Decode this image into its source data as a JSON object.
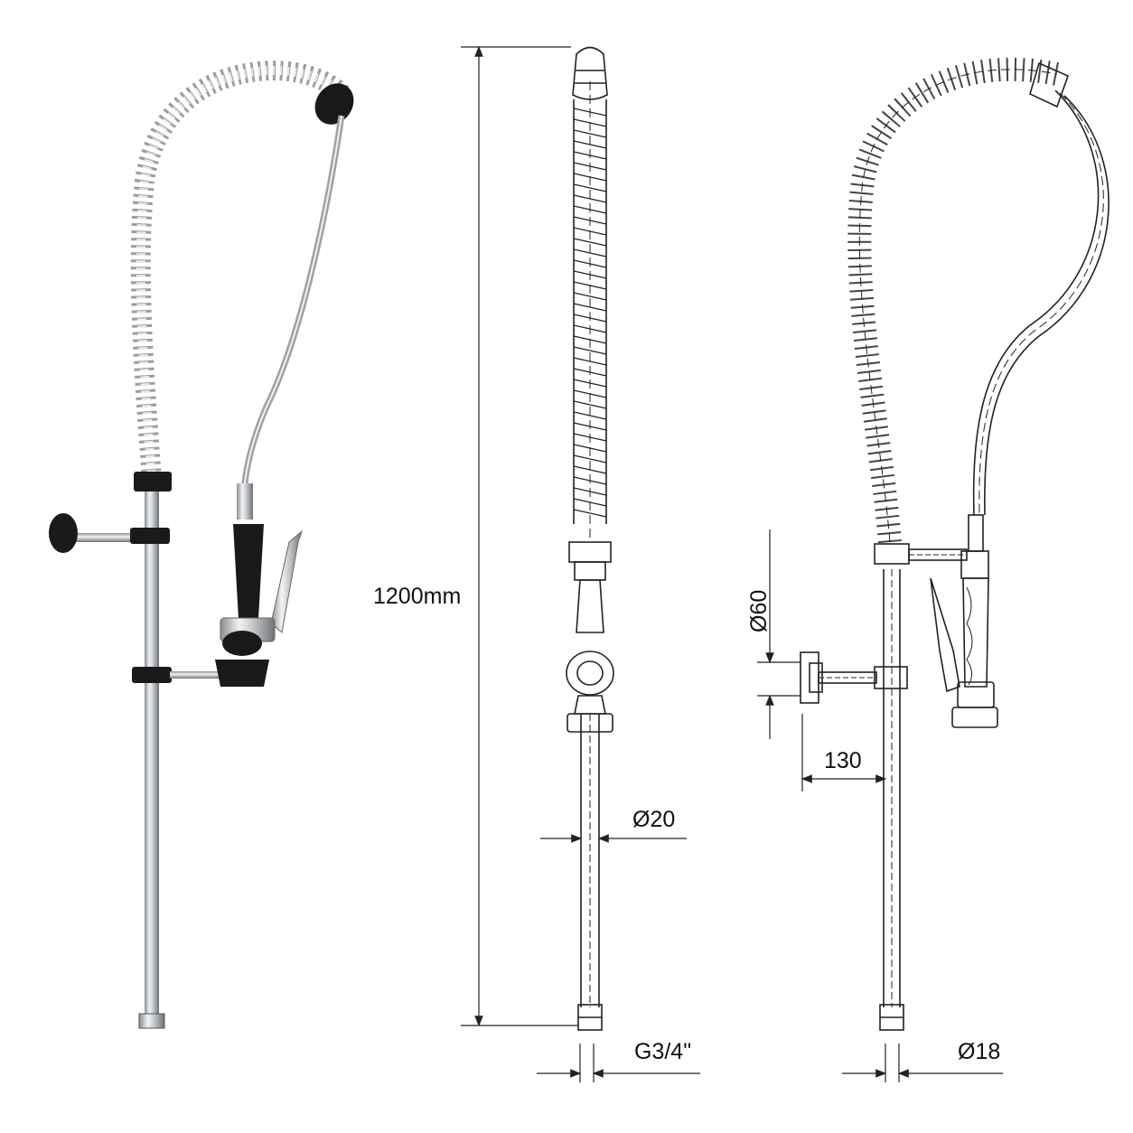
{
  "dimensions": {
    "height": "1200mm",
    "diameter_pipe": "Ø20",
    "thread": "G3/4\"",
    "diameter_flange": "Ø60",
    "wall_distance": "130",
    "diameter_bottom": "Ø18"
  },
  "colors": {
    "chrome": "#c9ccd0",
    "chrome_dark": "#7d8185",
    "black_part": "#1a1a1a",
    "line": "#222222"
  },
  "icons": [
    "photo-view",
    "front-drawing-view",
    "side-drawing-view"
  ]
}
